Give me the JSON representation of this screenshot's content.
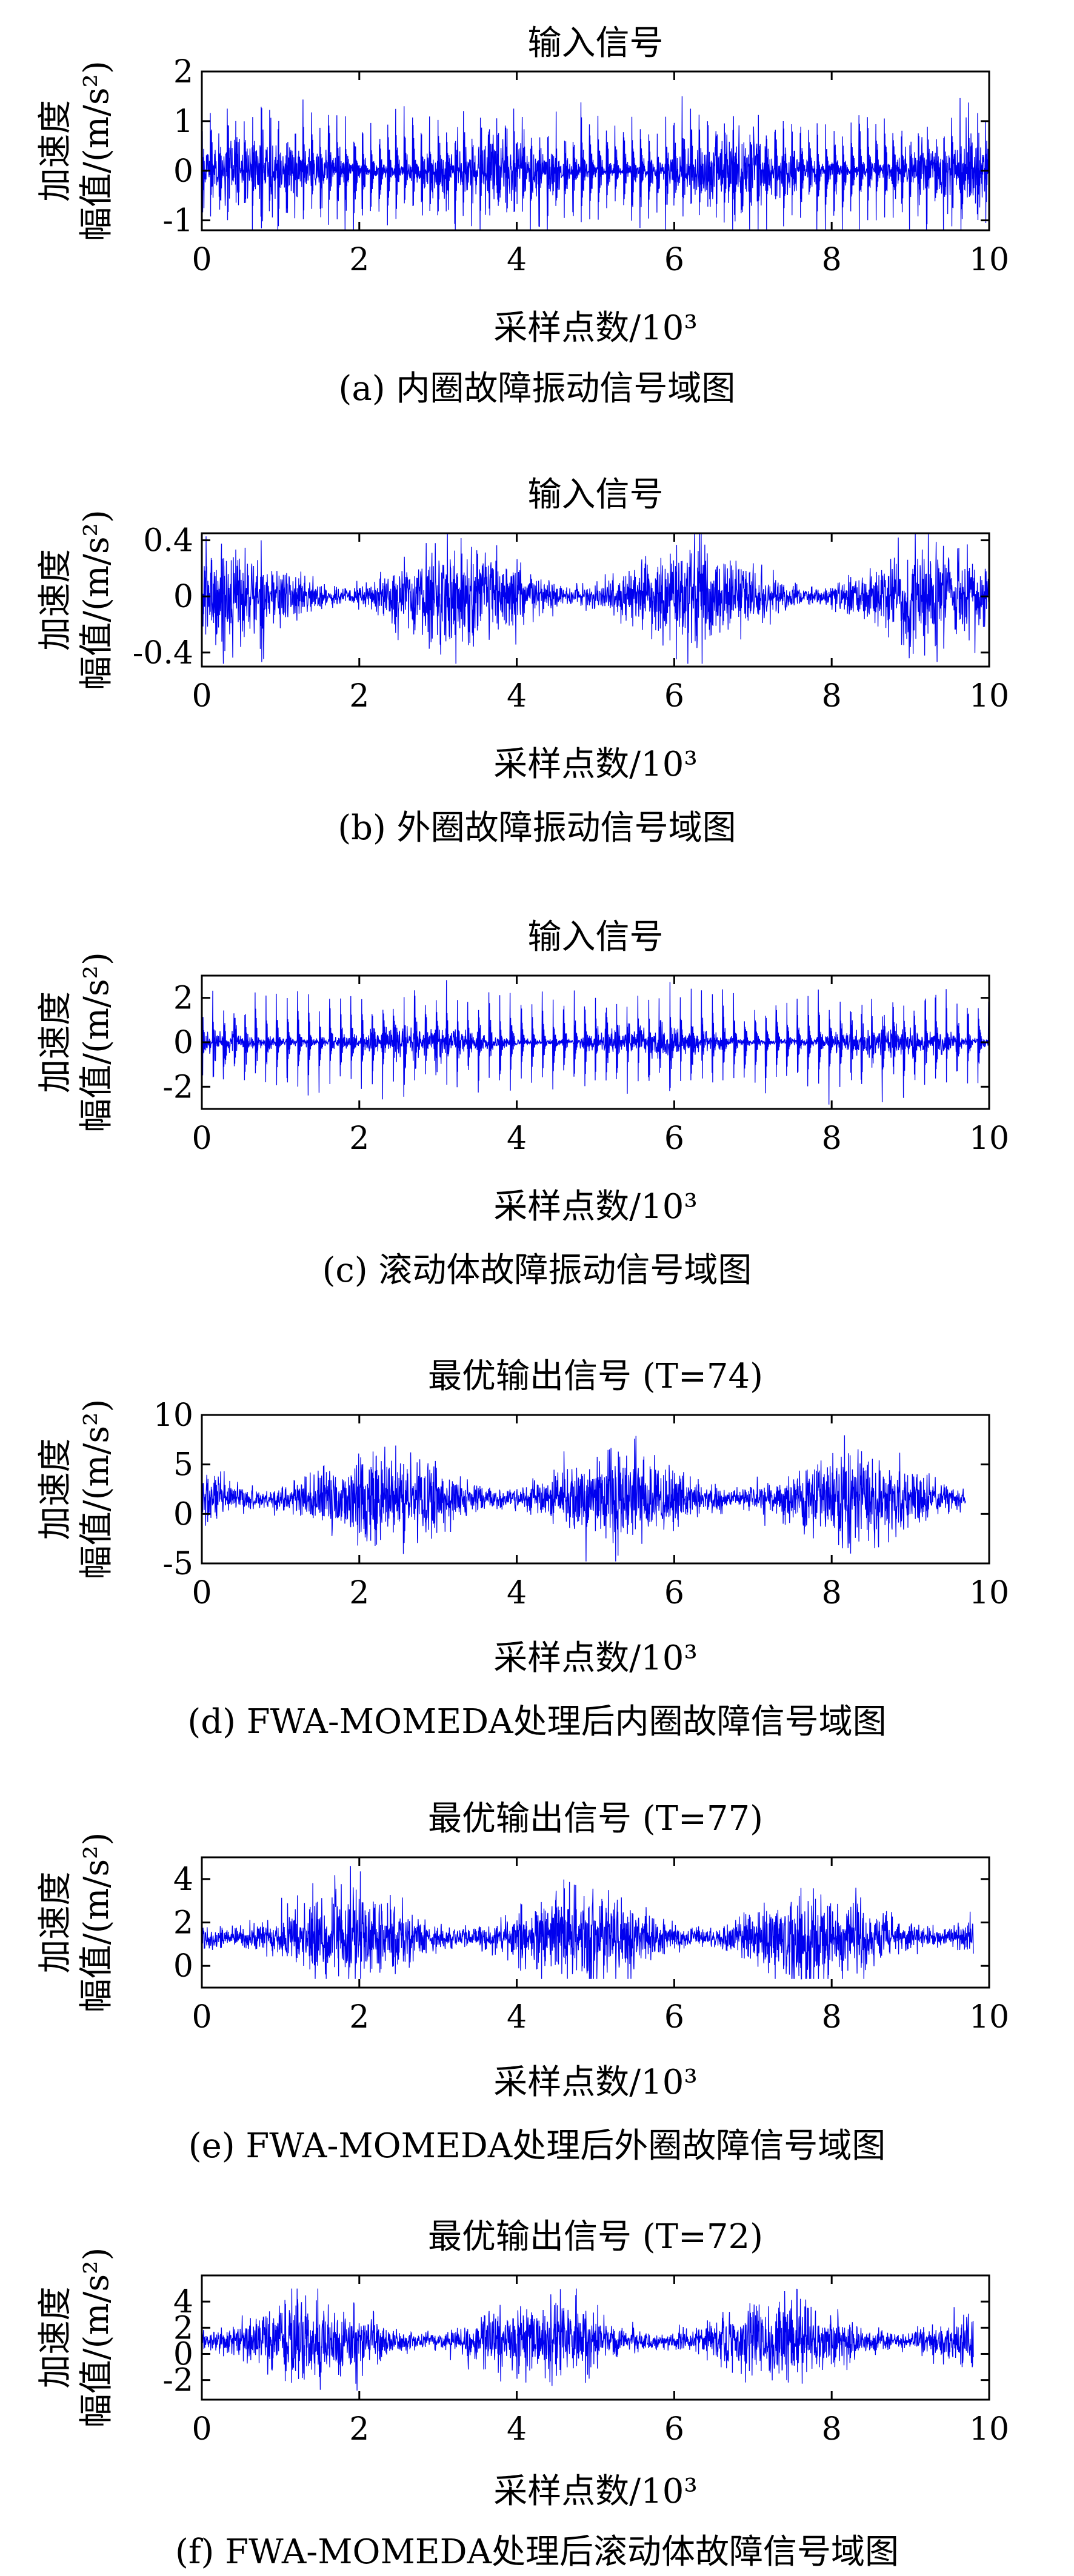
{
  "colors": {
    "signal": "#0000ee",
    "axis": "#000000",
    "text": "#111111"
  },
  "chart_data": [
    {
      "type": "line",
      "title": "输入信号",
      "xlabel": "采样点数/10³",
      "ylabel_lines": [
        "加速度",
        "幅值/(m/s²)"
      ],
      "caption": "(a) 内圈故障振动信号域图",
      "xlim": [
        0,
        10
      ],
      "ylim": [
        -1.2,
        2.0
      ],
      "xticks": [
        0,
        2,
        4,
        6,
        8,
        10
      ],
      "xtick_labels": [
        "0",
        "2",
        "4",
        "6",
        "8",
        "10"
      ],
      "yticks": [
        -1,
        0,
        1,
        2
      ],
      "ytick_labels": [
        "-1",
        "0",
        "1",
        "2"
      ],
      "series": [
        {
          "x_end": 10,
          "baseline": 0,
          "noise": 0.22,
          "impulse_period": 0.107,
          "impulse_amp": 1.3,
          "decay": 0.022,
          "clip": [
            -1.2,
            1.5
          ]
        }
      ]
    },
    {
      "type": "line",
      "title": "输入信号",
      "xlabel": "采样点数/10³",
      "ylabel_lines": [
        "加速度",
        "幅值/(m/s²)"
      ],
      "caption": "(b) 外圈故障振动信号域图",
      "xlim": [
        0,
        10
      ],
      "ylim": [
        -0.5,
        0.45
      ],
      "xticks": [
        0,
        2,
        4,
        6,
        8,
        10
      ],
      "xtick_labels": [
        "0",
        "2",
        "4",
        "6",
        "8",
        "10"
      ],
      "yticks": [
        -0.4,
        0,
        0.4
      ],
      "ytick_labels": [
        "-0.4",
        "0",
        "0.4"
      ],
      "series": [
        {
          "x_end": 10,
          "baseline": 0,
          "noise": 0.14,
          "impulse_period": 0.0,
          "impulse_amp": 0.0,
          "decay": 0.02,
          "clip": [
            -0.48,
            0.45
          ]
        }
      ]
    },
    {
      "type": "line",
      "title": "输入信号",
      "xlabel": "采样点数/10³",
      "ylabel_lines": [
        "加速度",
        "幅值/(m/s²)"
      ],
      "caption": "(c) 滚动体故障振动信号域图",
      "xlim": [
        0,
        10
      ],
      "ylim": [
        -3,
        3
      ],
      "xticks": [
        0,
        2,
        4,
        6,
        8,
        10
      ],
      "xtick_labels": [
        "0",
        "2",
        "4",
        "6",
        "8",
        "10"
      ],
      "yticks": [
        -2,
        0,
        2
      ],
      "ytick_labels": [
        "-2",
        "0",
        "2"
      ],
      "series": [
        {
          "x_end": 10,
          "baseline": 0,
          "noise": 0.25,
          "impulse_period": 0.135,
          "impulse_amp": 2.6,
          "decay": 0.018,
          "clip": [
            -2.8,
            2.8
          ]
        }
      ]
    },
    {
      "type": "line",
      "title": "最优输出信号 (T=74)",
      "xlabel": "采样点数/10³",
      "ylabel_lines": [
        "加速度",
        "幅值/(m/s²)"
      ],
      "caption": "(d) FWA-MOMEDA处理后内圈故障信号域图",
      "xlim": [
        0,
        10
      ],
      "ylim": [
        -5,
        10
      ],
      "xticks": [
        0,
        2,
        4,
        6,
        8,
        10
      ],
      "xtick_labels": [
        "0",
        "2",
        "4",
        "6",
        "8",
        "10"
      ],
      "yticks": [
        -5,
        0,
        5,
        10
      ],
      "ytick_labels": [
        "-5",
        "0",
        "5",
        "10"
      ],
      "series": [
        {
          "x_end": 9.7,
          "baseline": 1.5,
          "noise": 1.9,
          "impulse_period": 0.0,
          "impulse_amp": 0.0,
          "decay": 0.02,
          "clip": [
            -4.8,
            8.2
          ]
        }
      ]
    },
    {
      "type": "line",
      "title": "最优输出信号 (T=77)",
      "xlabel": "采样点数/10³",
      "ylabel_lines": [
        "加速度",
        "幅值/(m/s²)"
      ],
      "caption": "(e) FWA-MOMEDA处理后外圈故障信号域图",
      "xlim": [
        0,
        10
      ],
      "ylim": [
        -1,
        5
      ],
      "xticks": [
        0,
        2,
        4,
        6,
        8,
        10
      ],
      "xtick_labels": [
        "0",
        "2",
        "4",
        "6",
        "8",
        "10"
      ],
      "yticks": [
        0,
        2,
        4
      ],
      "ytick_labels": [
        "0",
        "2",
        "4"
      ],
      "series": [
        {
          "x_end": 9.8,
          "baseline": 1.3,
          "noise": 0.85,
          "impulse_period": 0.0,
          "impulse_amp": 0.0,
          "decay": 0.02,
          "clip": [
            -0.6,
            4.6
          ]
        }
      ]
    },
    {
      "type": "line",
      "title": "最优输出信号 (T=72)",
      "xlabel": "采样点数/10³",
      "ylabel_lines": [
        "加速度",
        "幅值/(m/s²)"
      ],
      "caption": "(f) FWA-MOMEDA处理后滚动体故障信号域图",
      "xlim": [
        0,
        10
      ],
      "ylim": [
        -3.5,
        6
      ],
      "xticks": [
        0,
        2,
        4,
        6,
        8,
        10
      ],
      "xtick_labels": [
        "0",
        "2",
        "4",
        "6",
        "8",
        "10"
      ],
      "yticks": [
        -2,
        0,
        2,
        4
      ],
      "ytick_labels": [
        "-2",
        "0",
        "2",
        "4"
      ],
      "series": [
        {
          "x_end": 9.8,
          "baseline": 1.0,
          "noise": 1.2,
          "impulse_period": 0.0,
          "impulse_amp": 0.0,
          "decay": 0.02,
          "clip": [
            -3.0,
            5.0
          ]
        }
      ]
    }
  ]
}
